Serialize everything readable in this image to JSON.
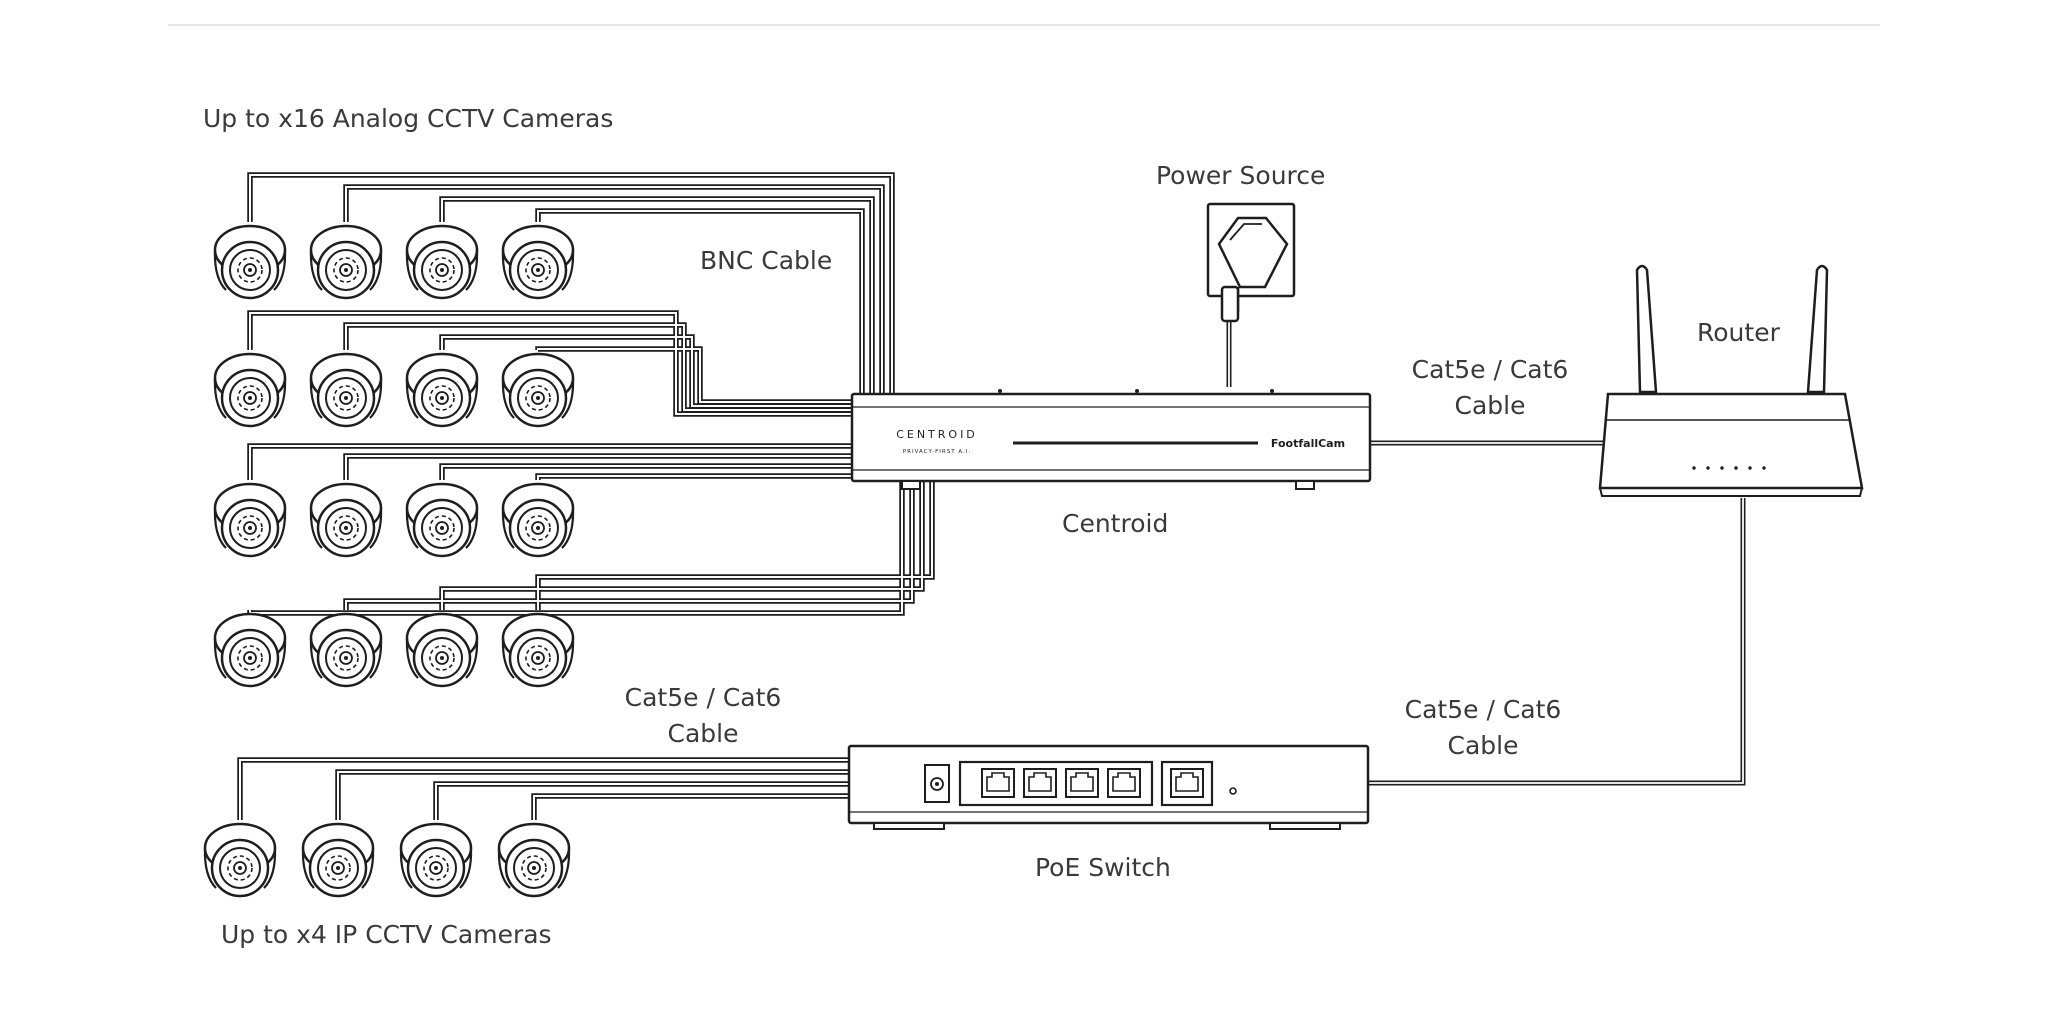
{
  "labels": {
    "analog_cameras": "Up to x16 Analog CCTV Cameras",
    "power_source": "Power Source",
    "bnc_cable": "BNC Cable",
    "router": "Router",
    "cable_top_line1": "Cat5e / Cat6",
    "cable_top_line2": "Cable",
    "centroid": "Centroid",
    "cable_left_line1": "Cat5e / Cat6",
    "cable_left_line2": "Cable",
    "cable_right_line1": "Cat5e / Cat6",
    "cable_right_line2": "Cable",
    "poe_switch": "PoE Switch",
    "ip_cameras": "Up to x4 IP CCTV Cameras"
  },
  "devices": {
    "centroid_name": "CENTROID",
    "centroid_sub": "PRIVACY-FIRST A.I.",
    "centroid_brand": "FootfallCam"
  },
  "counts": {
    "analog_cameras": 16,
    "ip_cameras": 4
  }
}
